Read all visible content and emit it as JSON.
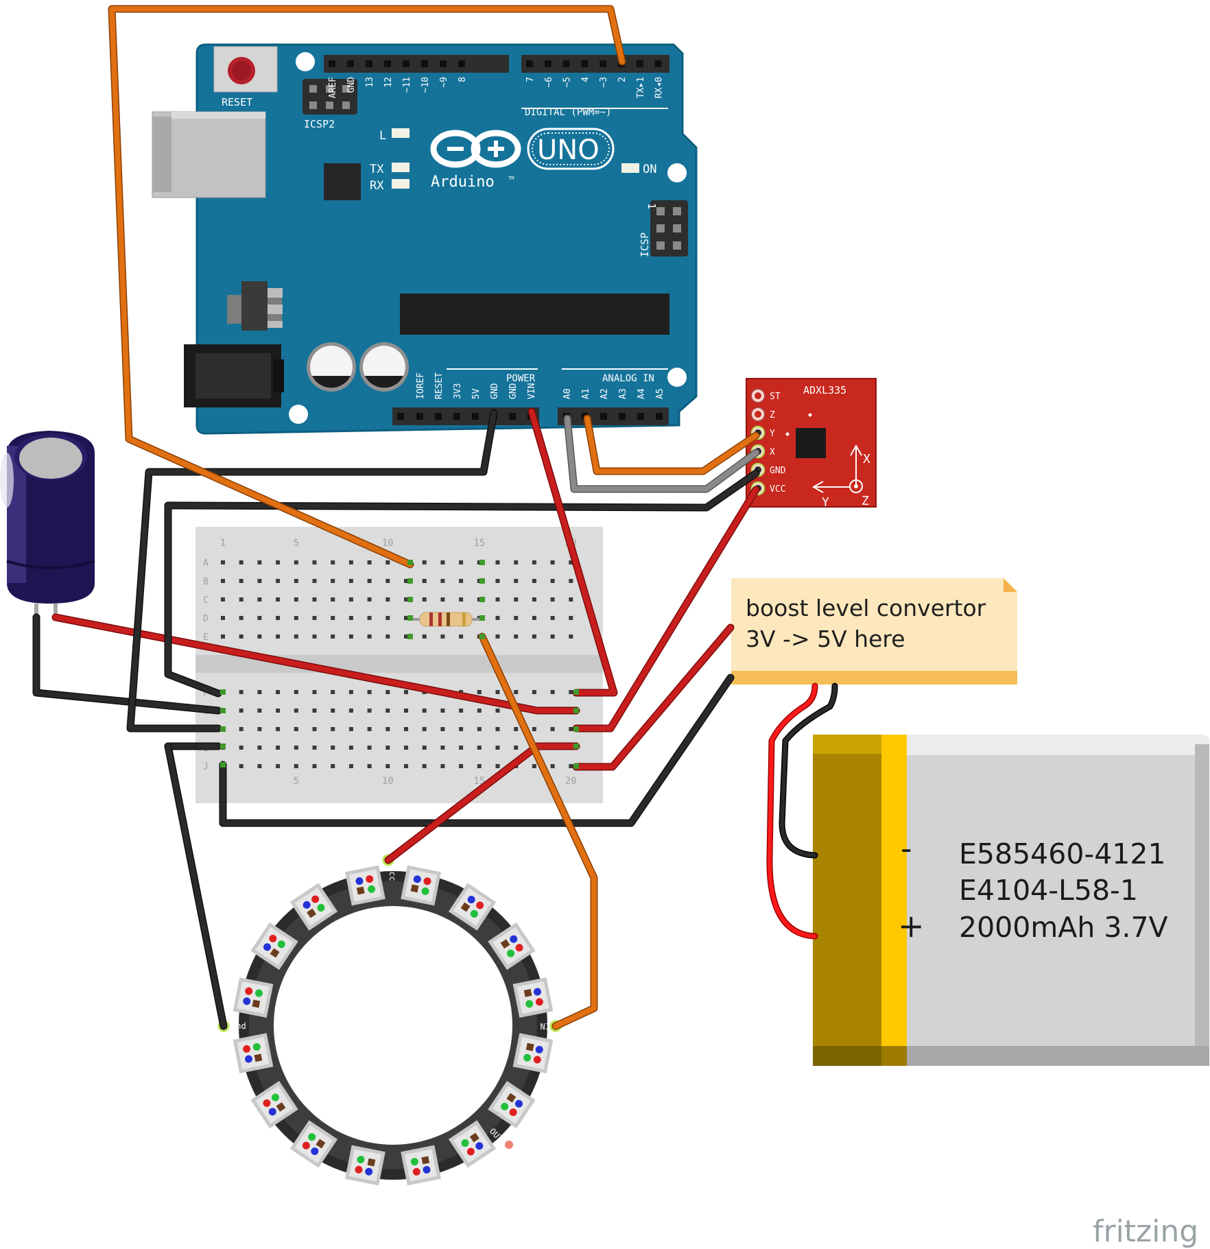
{
  "board": {
    "reset_label": "RESET",
    "icsp2_label": "ICSP2",
    "icsp_label": "ICSP",
    "icsp_pin1": "1",
    "digital_label": "DIGITAL (PWM=~)",
    "led_l": "L",
    "led_tx": "TX",
    "led_rx": "RX",
    "on_label": "ON",
    "brand": "Arduino",
    "tm": "TM",
    "model": "UNO",
    "power_label": "POWER",
    "analog_label": "ANALOG IN",
    "digital_pins_left": [
      "AREF",
      "GND",
      "13",
      "12",
      "~11",
      "~10",
      "~9",
      "8"
    ],
    "digital_pins_right": [
      "7",
      "~6",
      "~5",
      "4",
      "~3",
      "2",
      "TX▸1",
      "RX◂0"
    ],
    "power_pins": [
      "IOREF",
      "RESET",
      "3V3",
      "5V",
      "GND",
      "GND",
      "VIN"
    ],
    "analog_pins": [
      "A0",
      "A1",
      "A2",
      "A3",
      "A4",
      "A5"
    ]
  },
  "sensor": {
    "name": "ADXL335",
    "pins": [
      "ST",
      "Z",
      "Y",
      "X",
      "GND",
      "VCC"
    ],
    "axis_x": "X",
    "axis_y": "Y",
    "axis_z": "Z"
  },
  "breadboard": {
    "rows_top": [
      "A",
      "B",
      "C",
      "D",
      "E"
    ],
    "rows_bottom": [
      "F",
      "G",
      "H",
      "I",
      "J"
    ],
    "column_numbers": [
      "1",
      "5",
      "10",
      "15",
      "20"
    ]
  },
  "note": {
    "line1": "boost level convertor",
    "line2": "3V -> 5V here"
  },
  "battery": {
    "minus": "-",
    "plus": "+",
    "line1": "E585460-4121",
    "line2": "E4104-L58-1",
    "line3": "2000mAh 3.7V"
  },
  "ring": {
    "vcc": "Vcc",
    "gnd": "Gnd",
    "din": "IN",
    "dout": "OUT"
  },
  "watermark": "fritzing",
  "colors": {
    "board_teal": "#15739a",
    "sensor_red": "#c8281e",
    "wire_orange": "#e07011",
    "wire_red": "#c81e1e",
    "wire_black": "#2a2a2a",
    "wire_gray": "#8a8a8a",
    "note_paper": "#fde7bd",
    "battery_gray": "#d3d3d3",
    "battery_band": "#a98400",
    "battery_stripe": "#ffc800"
  }
}
